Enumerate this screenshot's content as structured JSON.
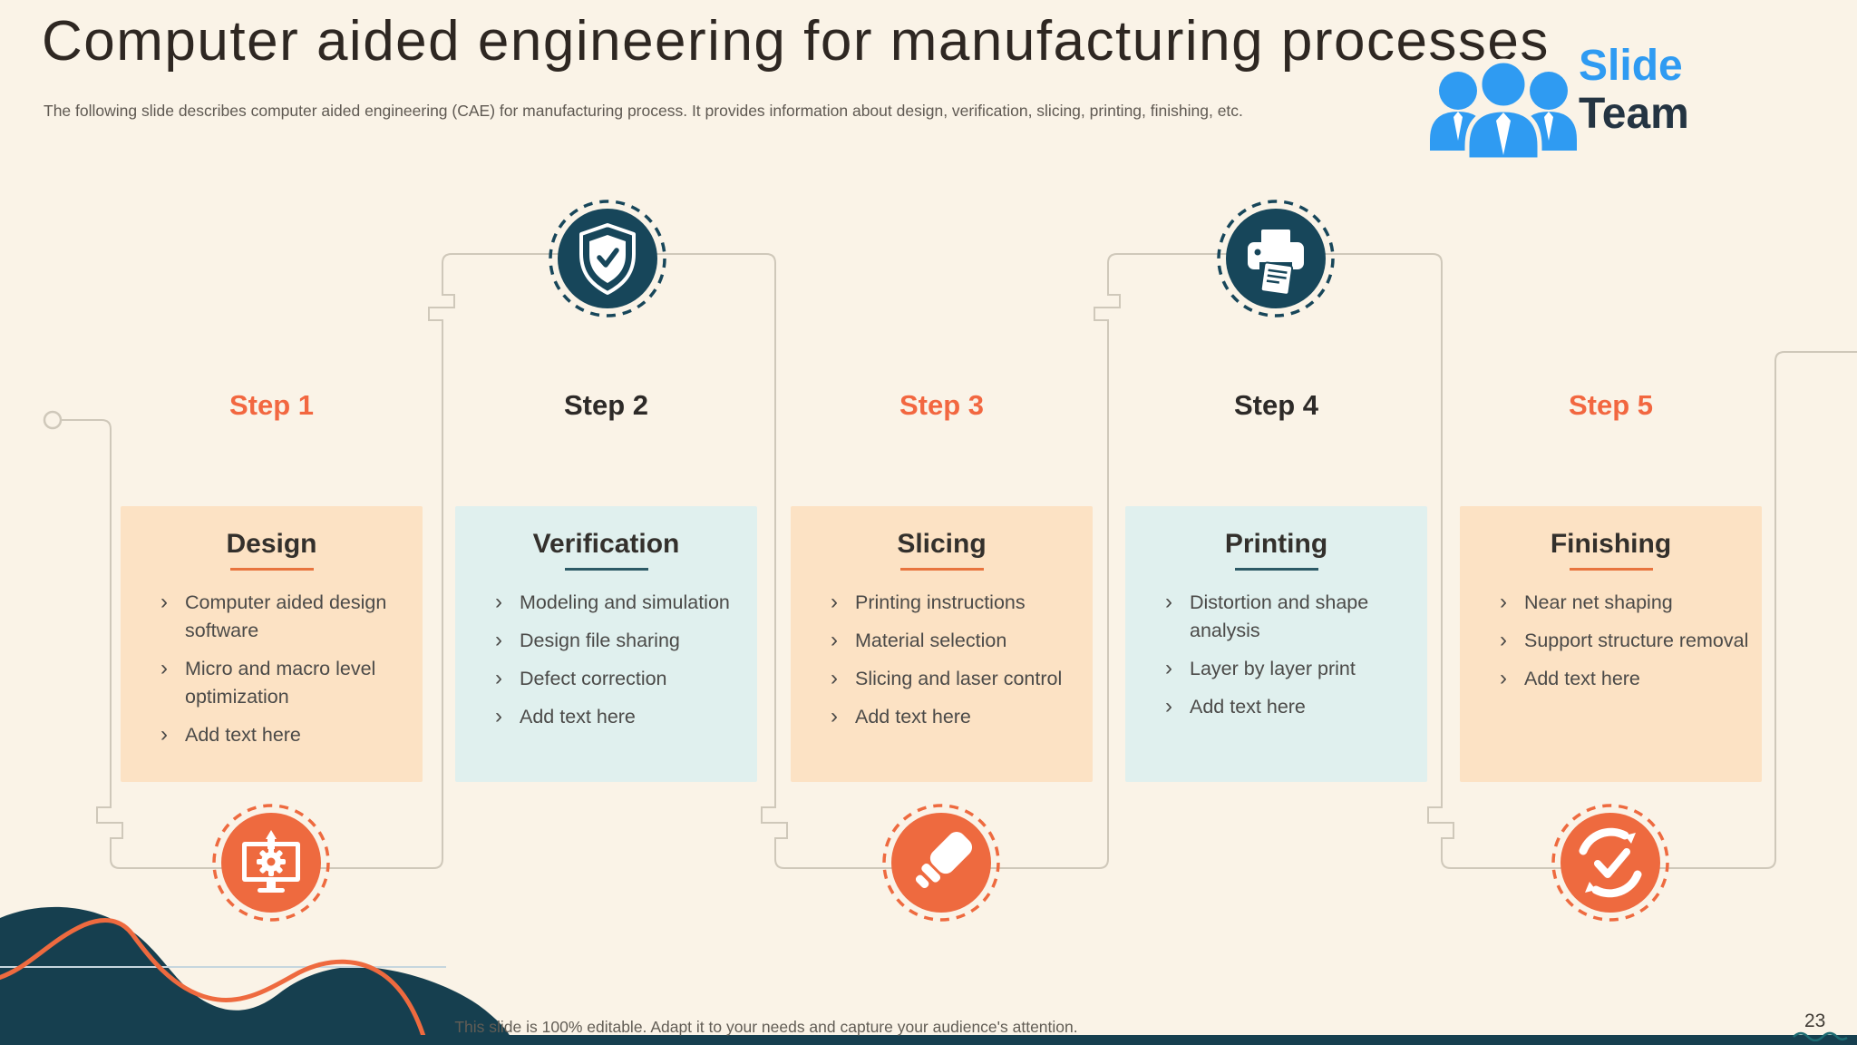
{
  "slide": {
    "title": "Computer aided engineering for manufacturing processes",
    "subtitle": "The following slide describes computer aided engineering (CAE) for manufacturing process. It provides information about design, verification, slicing, printing, finishing, etc.",
    "footer_note": "This slide is 100% editable. Adapt it to your needs and capture your audience's attention.",
    "page_number": "23"
  },
  "logo": {
    "line1": "Slide",
    "line2": "Team",
    "people_icon": "team-people-icon"
  },
  "ui": {
    "bullet_char": "›"
  },
  "colors": {
    "background": "#faf3e7",
    "accent_orange": "#f26740",
    "dark_teal": "#17465a",
    "card_peach": "#fce2c4",
    "card_blue": "#e0f0ee",
    "connector_line": "#cfc8ba",
    "logo_blue": "#2f9bf2"
  },
  "steps": [
    {
      "label": "Step 1",
      "title": "Design",
      "icon": "monitor-gear-design-icon",
      "icon_position": "bottom",
      "items": [
        "Computer aided design software",
        "Micro and macro level optimization",
        "Add text here"
      ]
    },
    {
      "label": "Step 2",
      "title": "Verification",
      "icon": "shield-check-icon",
      "icon_position": "top",
      "items": [
        "Modeling and simulation",
        "Design file sharing",
        "Defect correction",
        "Add text here"
      ]
    },
    {
      "label": "Step 3",
      "title": "Slicing",
      "icon": "eraser-icon",
      "icon_position": "bottom",
      "items": [
        "Printing instructions",
        "Material selection",
        "Slicing and laser control",
        "Add text here"
      ]
    },
    {
      "label": "Step 4",
      "title": "Printing",
      "icon": "printer-icon",
      "icon_position": "top",
      "items": [
        "Distortion and shape analysis",
        "Layer by layer print",
        "Add text here"
      ]
    },
    {
      "label": "Step 5",
      "title": "Finishing",
      "icon": "check-refresh-icon",
      "icon_position": "bottom",
      "items": [
        "Near net shaping",
        "Support structure removal",
        "Add text here"
      ]
    }
  ]
}
